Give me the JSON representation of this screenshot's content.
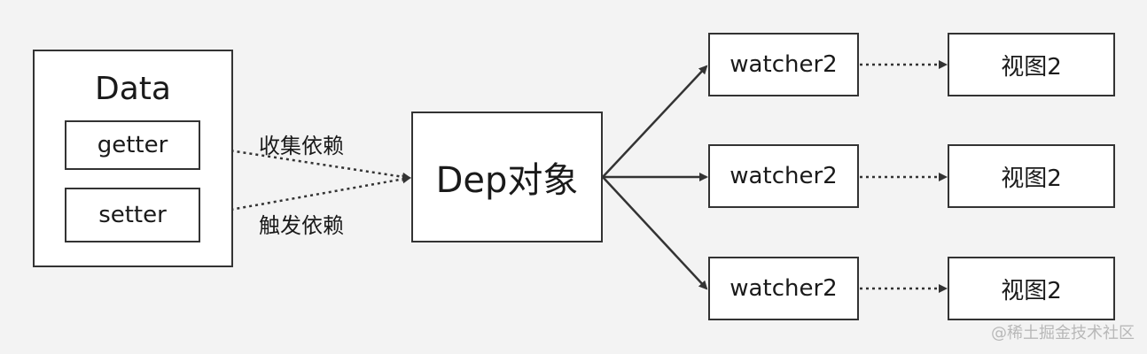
{
  "data_box": {
    "title": "Data",
    "getter_label": "getter",
    "setter_label": "setter"
  },
  "edges": {
    "collect_label": "收集依赖",
    "trigger_label": "触发依赖"
  },
  "dep_box": {
    "label": "Dep对象"
  },
  "watchers": [
    {
      "label": "watcher2"
    },
    {
      "label": "watcher2"
    },
    {
      "label": "watcher2"
    }
  ],
  "views": [
    {
      "label": "视图2"
    },
    {
      "label": "视图2"
    },
    {
      "label": "视图2"
    }
  ],
  "watermark": "@稀土掘金技术社区",
  "colors": {
    "background": "#f3f3f3",
    "stroke": "#333333",
    "box_fill": "#ffffff"
  }
}
